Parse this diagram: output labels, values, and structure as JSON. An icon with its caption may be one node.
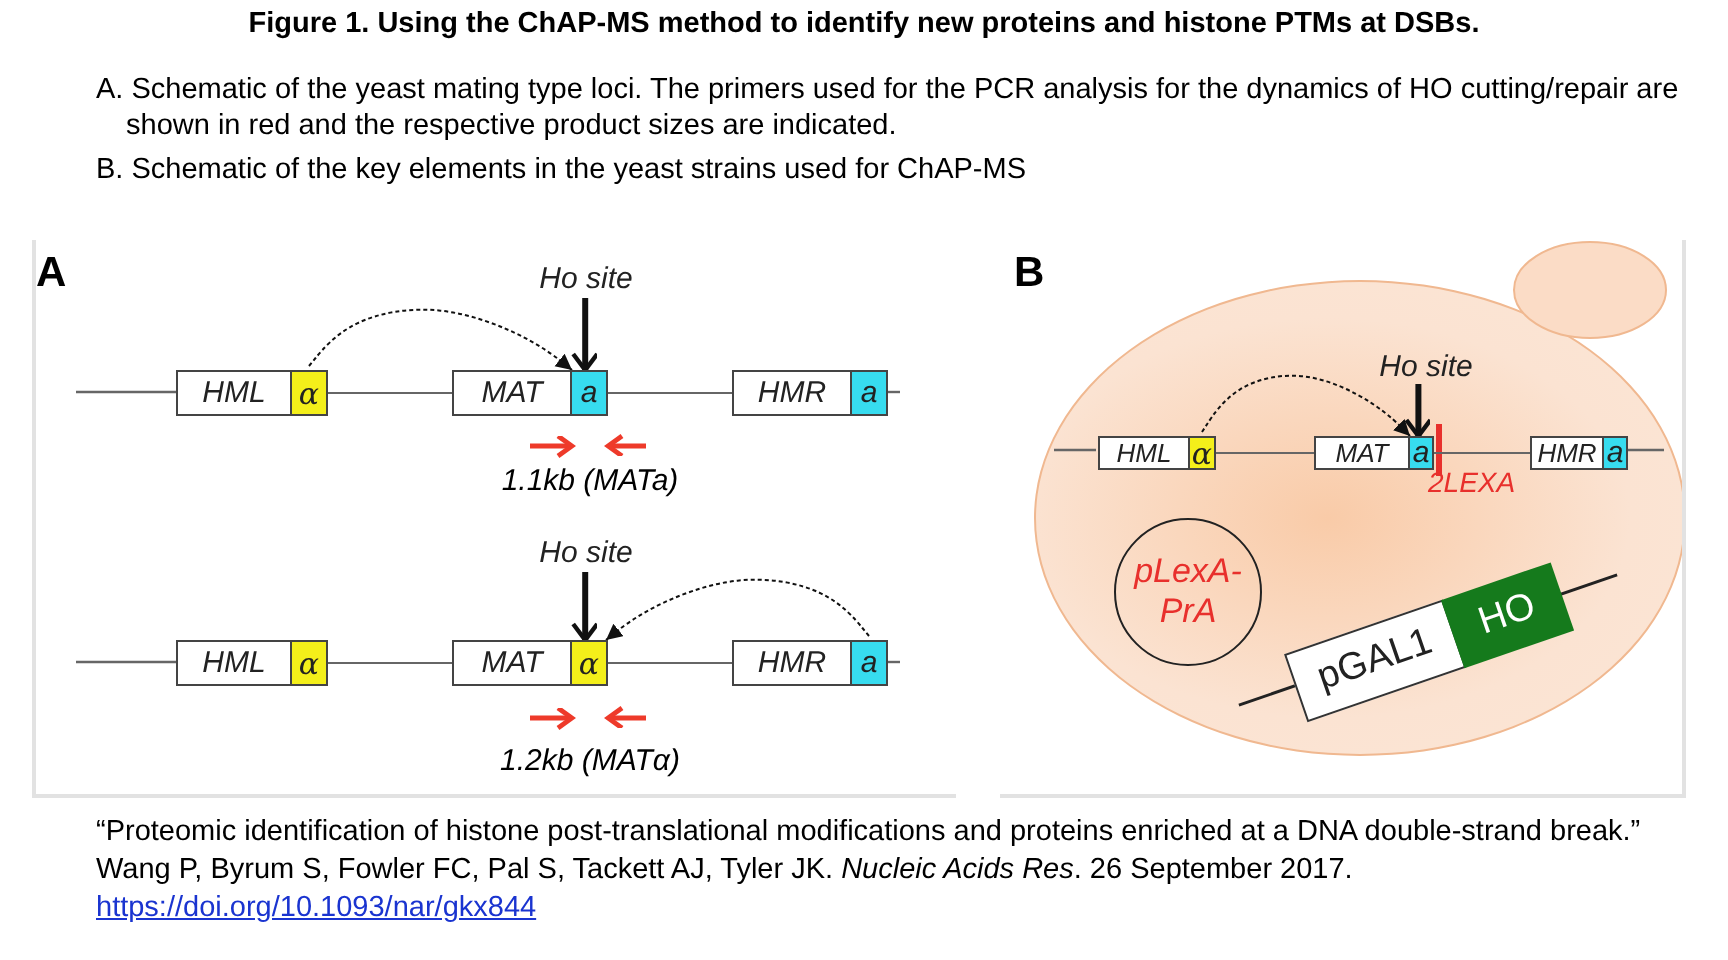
{
  "diagram": {
    "title": "Figure 1.  Using the ChAP-MS method to identify new proteins and histone PTMs at DSBs.",
    "caption": "“Proteomic identification of histone post-translational modifications and proteins enriched at a DNA double-strand break.” Wang P,  Byrum S,  Fowler FC,  Pal S, Tackett AJ, Tyler JK. *Nucleic Acids Res*. 26 September 2017.",
    "nodes": [
      {
        "text": [
          "HML"
        ]
      },
      {
        "text": [
          "α"
        ]
      },
      {
        "text": [
          "MAT"
        ]
      },
      {
        "text": [
          "a"
        ]
      },
      {
        "text": [
          "HMR"
        ]
      },
      {
        "text": [
          "a"
        ]
      },
      {
        "text": [
          "Ho site"
        ]
      },
      {
        "text": [
          "HML"
        ]
      },
      {
        "text": [
          "α"
        ]
      },
      {
        "text": [
          "MAT"
        ]
      },
      {
        "text": [
          "α"
        ]
      },
      {
        "text": [
          "HMR"
        ]
      },
      {
        "text": [
          "a"
        ]
      },
      {
        "text": [
          "Ho site"
        ]
      },
      {
        "text": [],
        "shape": "circle"
      },
      {
        "text": [
          "HML"
        ],
        "in": 14
      },
      {
        "text": [
          "α"
        ],
        "in": 14
      },
      {
        "text": [
          "MAT"
        ],
        "in": 14
      },
      {
        "text": [
          "a"
        ],
        "in": 14
      },
      {
        "text": [
          "HMR"
        ],
        "in": 14
      },
      {
        "text": [
          "a"
        ],
        "in": 14
      },
      {
        "text": [
          "Ho site"
        ],
        "in": 14
      },
      {
        "text": [
          "pLexA- PrA"
        ],
        "in": 14
      },
      {
        "text": [
          "pGAL1"
        ],
        "in": 14
      },
      {
        "text": [
          "HO"
        ],
        "in": 14
      }
    ],
    "edges": [
      {
        "from": 1,
        "to": 2,
        "arrow": "none"
      },
      {
        "from": 3,
        "to": 4,
        "arrow": "none"
      },
      {
        "from": 1,
        "to": 3,
        "arrow": "to",
        "style": "dashed"
      },
      {
        "from": 6,
        "to": 3,
        "arrow": "to",
        "style": "thick"
      },
      {
        "from": 8,
        "to": 9,
        "arrow": "none"
      },
      {
        "from": 10,
        "to": 11,
        "arrow": "none"
      },
      {
        "from": 12,
        "to": 10,
        "arrow": "to",
        "style": "dashed"
      },
      {
        "from": 13,
        "to": 10,
        "arrow": "to",
        "style": "thick"
      },
      {
        "from": 16,
        "to": 17,
        "arrow": "none"
      },
      {
        "from": 18,
        "to": 19,
        "arrow": "none"
      },
      {
        "from": 16,
        "to": 18,
        "arrow": "to",
        "style": "dashed"
      },
      {
        "from": 21,
        "to": 18,
        "arrow": "to",
        "style": "thick"
      }
    ],
    "labels": [
      "A. Schematic of the yeast mating type loci. The primers used for the PCR analysis for the dynamics of HO cutting/repair are shown in red and the respective product sizes are indicated.",
      "B. Schematic of the key elements in the yeast strains used for ChAP-MS",
      "A",
      "B",
      "1.1kb (MATa)",
      "2LEXA",
      "1.2kb (MATα)",
      "https://doi.org/10.1093/nar/gkx844"
    ]
  }
}
